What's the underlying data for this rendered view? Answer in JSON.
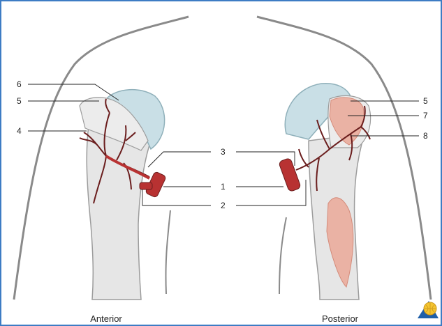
{
  "figure": {
    "views": {
      "left": "Anterior",
      "right": "Posterior"
    },
    "callouts_left": [
      "6",
      "5",
      "4"
    ],
    "callouts_center": [
      "3",
      "1",
      "2"
    ],
    "callouts_right": [
      "5",
      "7",
      "8"
    ]
  },
  "colors": {
    "frame": "#3d7cc4",
    "body_outline": "#8a8a8a",
    "bone": "#e6e6e6",
    "cartilage": "#c9dfe6",
    "artery": "#b83232",
    "artery_dark": "#6b1e1e",
    "muscle": "#eab2a4",
    "logo_blue": "#1f5fa8",
    "logo_yellow": "#f4c430"
  },
  "icons": {
    "corner_logo": "publisher-logo-icon"
  }
}
